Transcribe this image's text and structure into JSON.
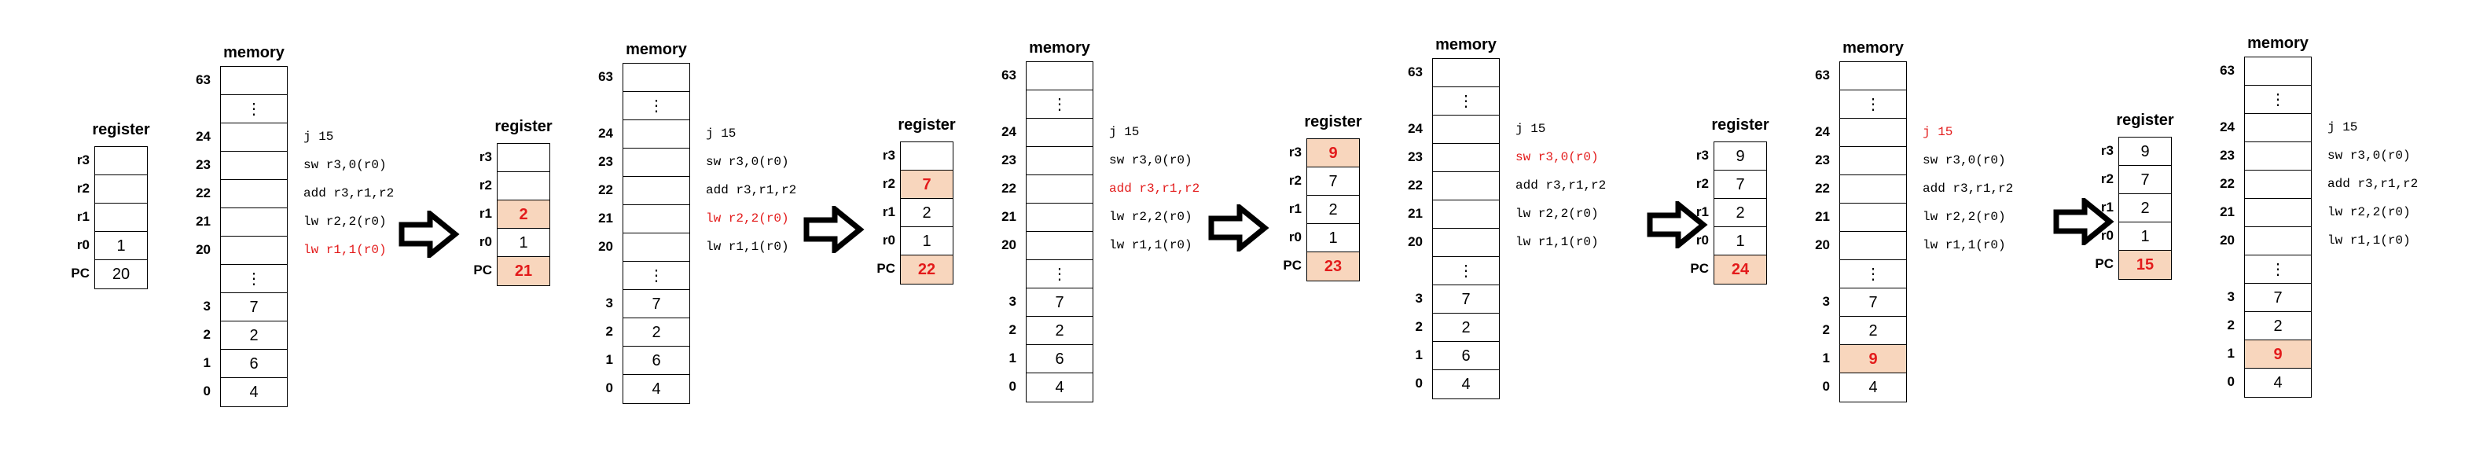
{
  "colors": {
    "highlight_fill": "#f8d6bd",
    "highlight_text": "#e31b1b",
    "border": "#000000"
  },
  "labels": {
    "register_title": "register",
    "memory_title": "memory"
  },
  "arrow_icon": "right-outline-arrow",
  "steps": [
    {
      "registers": [
        {
          "name": "r3",
          "value": "",
          "hl": false
        },
        {
          "name": "r2",
          "value": "",
          "hl": false
        },
        {
          "name": "r1",
          "value": "",
          "hl": false
        },
        {
          "name": "r0",
          "value": "1",
          "hl": false
        },
        {
          "name": "PC",
          "value": "20",
          "hl": false
        }
      ],
      "memory_top": [
        {
          "addr": "63",
          "value": ""
        },
        {
          "addr": "",
          "value": "⋮"
        }
      ],
      "memory_code": [
        {
          "addr": "24",
          "instr": "j 15",
          "hl": false
        },
        {
          "addr": "23",
          "instr": "sw r3,0(r0)",
          "hl": false
        },
        {
          "addr": "22",
          "instr": "add r3,r1,r2",
          "hl": false
        },
        {
          "addr": "21",
          "instr": "lw r2,2(r0)",
          "hl": false
        },
        {
          "addr": "20",
          "instr": "lw r1,1(r0)",
          "hl": true
        }
      ],
      "memory_bottom": [
        {
          "addr": "",
          "value": "⋮",
          "hl": false
        },
        {
          "addr": "3",
          "value": "7",
          "hl": false
        },
        {
          "addr": "2",
          "value": "2",
          "hl": false
        },
        {
          "addr": "1",
          "value": "6",
          "hl": false
        },
        {
          "addr": "0",
          "value": "4",
          "hl": false
        }
      ]
    },
    {
      "registers": [
        {
          "name": "r3",
          "value": "",
          "hl": false
        },
        {
          "name": "r2",
          "value": "",
          "hl": false
        },
        {
          "name": "r1",
          "value": "2",
          "hl": true
        },
        {
          "name": "r0",
          "value": "1",
          "hl": false
        },
        {
          "name": "PC",
          "value": "21",
          "hl": true
        }
      ],
      "memory_top": [
        {
          "addr": "63",
          "value": ""
        },
        {
          "addr": "",
          "value": "⋮"
        }
      ],
      "memory_code": [
        {
          "addr": "24",
          "instr": "j 15",
          "hl": false
        },
        {
          "addr": "23",
          "instr": "sw r3,0(r0)",
          "hl": false
        },
        {
          "addr": "22",
          "instr": "add r3,r1,r2",
          "hl": false
        },
        {
          "addr": "21",
          "instr": "lw r2,2(r0)",
          "hl": true
        },
        {
          "addr": "20",
          "instr": "lw r1,1(r0)",
          "hl": false
        }
      ],
      "memory_bottom": [
        {
          "addr": "",
          "value": "⋮",
          "hl": false
        },
        {
          "addr": "3",
          "value": "7",
          "hl": false
        },
        {
          "addr": "2",
          "value": "2",
          "hl": false
        },
        {
          "addr": "1",
          "value": "6",
          "hl": false
        },
        {
          "addr": "0",
          "value": "4",
          "hl": false
        }
      ]
    },
    {
      "registers": [
        {
          "name": "r3",
          "value": "",
          "hl": false
        },
        {
          "name": "r2",
          "value": "7",
          "hl": true
        },
        {
          "name": "r1",
          "value": "2",
          "hl": false
        },
        {
          "name": "r0",
          "value": "1",
          "hl": false
        },
        {
          "name": "PC",
          "value": "22",
          "hl": true
        }
      ],
      "memory_top": [
        {
          "addr": "63",
          "value": ""
        },
        {
          "addr": "",
          "value": "⋮"
        }
      ],
      "memory_code": [
        {
          "addr": "24",
          "instr": "j 15",
          "hl": false
        },
        {
          "addr": "23",
          "instr": "sw r3,0(r0)",
          "hl": false
        },
        {
          "addr": "22",
          "instr": "add r3,r1,r2",
          "hl": true
        },
        {
          "addr": "21",
          "instr": "lw r2,2(r0)",
          "hl": false
        },
        {
          "addr": "20",
          "instr": "lw r1,1(r0)",
          "hl": false
        }
      ],
      "memory_bottom": [
        {
          "addr": "",
          "value": "⋮",
          "hl": false
        },
        {
          "addr": "3",
          "value": "7",
          "hl": false
        },
        {
          "addr": "2",
          "value": "2",
          "hl": false
        },
        {
          "addr": "1",
          "value": "6",
          "hl": false
        },
        {
          "addr": "0",
          "value": "4",
          "hl": false
        }
      ]
    },
    {
      "registers": [
        {
          "name": "r3",
          "value": "9",
          "hl": true
        },
        {
          "name": "r2",
          "value": "7",
          "hl": false
        },
        {
          "name": "r1",
          "value": "2",
          "hl": false
        },
        {
          "name": "r0",
          "value": "1",
          "hl": false
        },
        {
          "name": "PC",
          "value": "23",
          "hl": true
        }
      ],
      "memory_top": [
        {
          "addr": "63",
          "value": ""
        },
        {
          "addr": "",
          "value": "⋮"
        }
      ],
      "memory_code": [
        {
          "addr": "24",
          "instr": "j 15",
          "hl": false
        },
        {
          "addr": "23",
          "instr": "sw r3,0(r0)",
          "hl": true
        },
        {
          "addr": "22",
          "instr": "add r3,r1,r2",
          "hl": false
        },
        {
          "addr": "21",
          "instr": "lw r2,2(r0)",
          "hl": false
        },
        {
          "addr": "20",
          "instr": "lw r1,1(r0)",
          "hl": false
        }
      ],
      "memory_bottom": [
        {
          "addr": "",
          "value": "⋮",
          "hl": false
        },
        {
          "addr": "3",
          "value": "7",
          "hl": false
        },
        {
          "addr": "2",
          "value": "2",
          "hl": false
        },
        {
          "addr": "1",
          "value": "6",
          "hl": false
        },
        {
          "addr": "0",
          "value": "4",
          "hl": false
        }
      ]
    },
    {
      "registers": [
        {
          "name": "r3",
          "value": "9",
          "hl": false
        },
        {
          "name": "r2",
          "value": "7",
          "hl": false
        },
        {
          "name": "r1",
          "value": "2",
          "hl": false
        },
        {
          "name": "r0",
          "value": "1",
          "hl": false
        },
        {
          "name": "PC",
          "value": "24",
          "hl": true
        }
      ],
      "memory_top": [
        {
          "addr": "63",
          "value": ""
        },
        {
          "addr": "",
          "value": "⋮"
        }
      ],
      "memory_code": [
        {
          "addr": "24",
          "instr": "j 15",
          "hl": true
        },
        {
          "addr": "23",
          "instr": "sw r3,0(r0)",
          "hl": false
        },
        {
          "addr": "22",
          "instr": "add r3,r1,r2",
          "hl": false
        },
        {
          "addr": "21",
          "instr": "lw r2,2(r0)",
          "hl": false
        },
        {
          "addr": "20",
          "instr": "lw r1,1(r0)",
          "hl": false
        }
      ],
      "memory_bottom": [
        {
          "addr": "",
          "value": "⋮",
          "hl": false
        },
        {
          "addr": "3",
          "value": "7",
          "hl": false
        },
        {
          "addr": "2",
          "value": "2",
          "hl": false
        },
        {
          "addr": "1",
          "value": "9",
          "hl": true
        },
        {
          "addr": "0",
          "value": "4",
          "hl": false
        }
      ]
    },
    {
      "registers": [
        {
          "name": "r3",
          "value": "9",
          "hl": false
        },
        {
          "name": "r2",
          "value": "7",
          "hl": false
        },
        {
          "name": "r1",
          "value": "2",
          "hl": false
        },
        {
          "name": "r0",
          "value": "1",
          "hl": false
        },
        {
          "name": "PC",
          "value": "15",
          "hl": true
        }
      ],
      "memory_top": [
        {
          "addr": "63",
          "value": ""
        },
        {
          "addr": "",
          "value": "⋮"
        }
      ],
      "memory_code": [
        {
          "addr": "24",
          "instr": "j 15",
          "hl": false
        },
        {
          "addr": "23",
          "instr": "sw r3,0(r0)",
          "hl": false
        },
        {
          "addr": "22",
          "instr": "add r3,r1,r2",
          "hl": false
        },
        {
          "addr": "21",
          "instr": "lw r2,2(r0)",
          "hl": false
        },
        {
          "addr": "20",
          "instr": "lw r1,1(r0)",
          "hl": false
        }
      ],
      "memory_bottom": [
        {
          "addr": "",
          "value": "⋮",
          "hl": false
        },
        {
          "addr": "3",
          "value": "7",
          "hl": false
        },
        {
          "addr": "2",
          "value": "2",
          "hl": false
        },
        {
          "addr": "1",
          "value": "9",
          "hl": true
        },
        {
          "addr": "0",
          "value": "4",
          "hl": false
        }
      ]
    }
  ]
}
